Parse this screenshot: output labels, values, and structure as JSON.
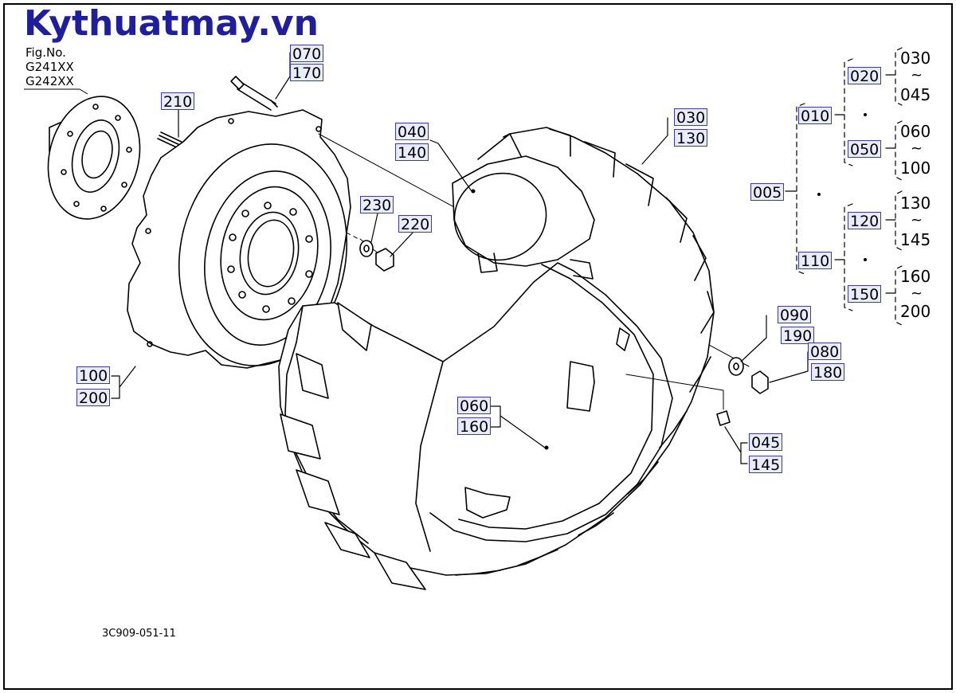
{
  "logo": "Kythuatmay.vn",
  "fig_no": {
    "label": "Fig.No.",
    "codes": [
      "G241XX",
      "G242XX"
    ]
  },
  "drawing_number": "3C909-051-11",
  "part_labels": {
    "p070": "070",
    "p170": "170",
    "p210": "210",
    "p230": "230",
    "p220": "220",
    "p040": "040",
    "p140": "140",
    "p030": "030",
    "p130": "130",
    "p100": "100",
    "p200": "200",
    "p060": "060",
    "p160": "160",
    "p090": "090",
    "p190": "190",
    "p080": "080",
    "p180": "180",
    "p045": "045",
    "p145": "145"
  },
  "variant_tree": {
    "root": "005",
    "b010": "010",
    "b110": "110",
    "b020": "020",
    "b050": "050",
    "b120": "120",
    "b150": "150",
    "r020_from": "030",
    "r020_to": "045",
    "r050_from": "060",
    "r050_to": "100",
    "r120_from": "130",
    "r120_to": "145",
    "r150_from": "160",
    "r150_to": "200",
    "range_symbol": "~"
  }
}
